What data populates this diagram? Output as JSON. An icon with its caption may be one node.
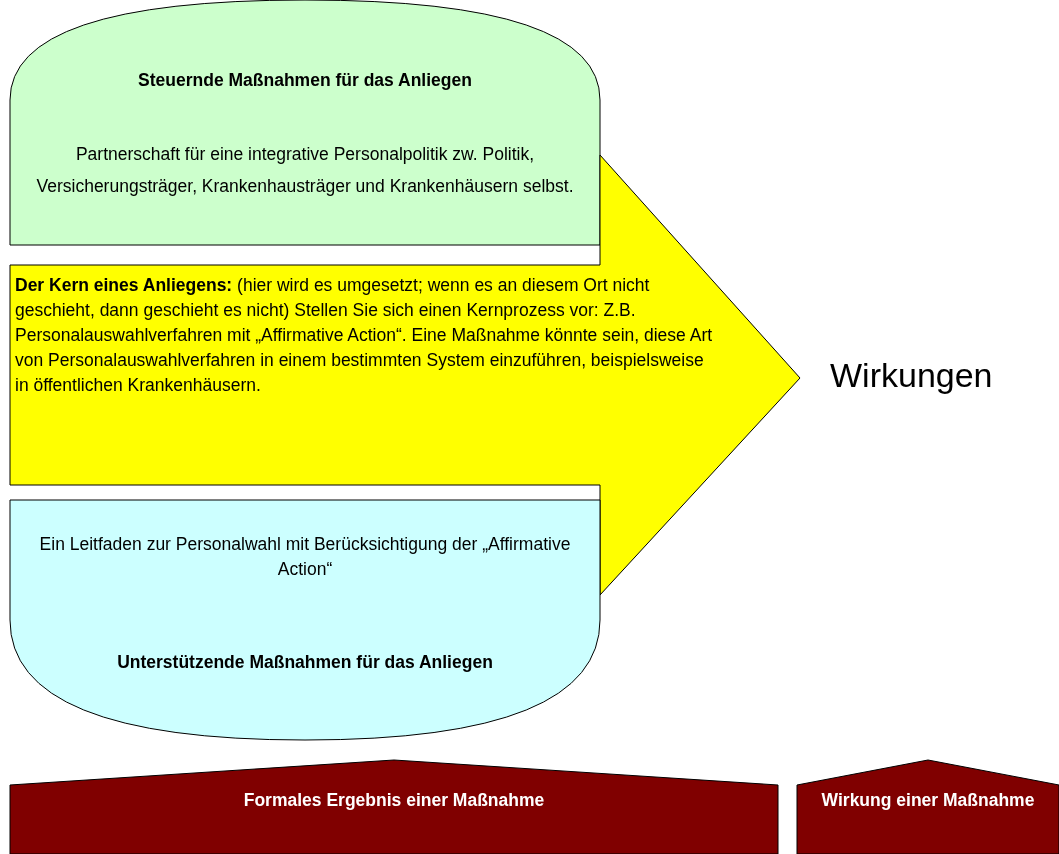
{
  "diagram": {
    "nodes": [
      {
        "text": [
          "Steuernde Maßnahmen für das Anliegen",
          "Partnerschaft für eine integrative Personalpolitik zw. Politik, Versicherungsträger, Krankenhausträger und Krankenhäusern selbst."
        ]
      },
      {
        "text": [
          "**Der Kern eines Anliegens:** (hier wird es umgesetzt; wenn  es an diesem Ort nicht geschieht, dann geschieht es nicht) Stellen Sie sich einen Kernprozess vor: Z.B. Personalauswahlverfahren mit „Affirmative Action“. Eine Maßnahme könnte sein, diese Art von Personalauswahlverfahren in einem bestimmten System einzuführen, beispielsweise in öffentlichen Krankenhäusern."
        ]
      },
      {
        "text": [
          "Ein Leitfaden zur Personalwahl mit Berücksichtigung der „Affirmative Action“",
          "Unterstützende Maßnahmen für das Anliegen"
        ]
      },
      {
        "text": [
          "Formales Ergebnis einer Maßnahme"
        ]
      },
      {
        "text": [
          "Wirkung einer Maßnahme"
        ]
      }
    ],
    "labels": [
      "Wirkungen"
    ]
  }
}
